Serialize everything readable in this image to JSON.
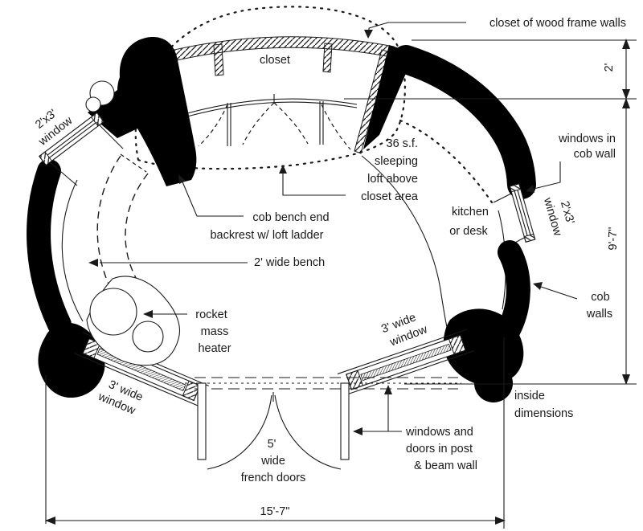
{
  "title": "cob cottage floor plan",
  "colors": {
    "ink": "#1a1a1a",
    "wall": "#000000",
    "background": "#ffffff"
  },
  "labels": {
    "closet_wood_frame": "closet of wood frame walls",
    "closet": "closet",
    "window_2x3_left": {
      "l1": "2'x3'",
      "l2": "window"
    },
    "windows_in_cob": {
      "l1": "windows in",
      "l2": "cob wall"
    },
    "window_2x3_right": {
      "l1": "2'x3'",
      "l2": "window"
    },
    "sleeping_loft": {
      "l1": "36 s.f.",
      "l2": "sleeping",
      "l3": "loft above",
      "l4": "closet area"
    },
    "kitchen": {
      "l1": "kitchen",
      "l2": "or desk"
    },
    "cob_bench": {
      "l1": "cob bench end",
      "l2": "backrest w/ loft ladder"
    },
    "bench": "2' wide bench",
    "heater": {
      "l1": "rocket",
      "l2": "mass",
      "l3": "heater"
    },
    "cob_walls": {
      "l1": "cob",
      "l2": "walls"
    },
    "window_3_left": {
      "l1": "3' wide",
      "l2": "window"
    },
    "window_3_right": {
      "l1": "3' wide",
      "l2": "window"
    },
    "french_doors": {
      "l1": "5'",
      "l2": "wide",
      "l3": "french doors"
    },
    "post_beam": {
      "l1": "windows and",
      "l2": "doors in post",
      "l3": "& beam wall"
    },
    "inside_dimensions": {
      "l1": "inside",
      "l2": "dimensions"
    }
  },
  "dimensions": {
    "closet_depth": "2'",
    "inside_height": "9'-7\"",
    "inside_width": "15'-7\""
  }
}
